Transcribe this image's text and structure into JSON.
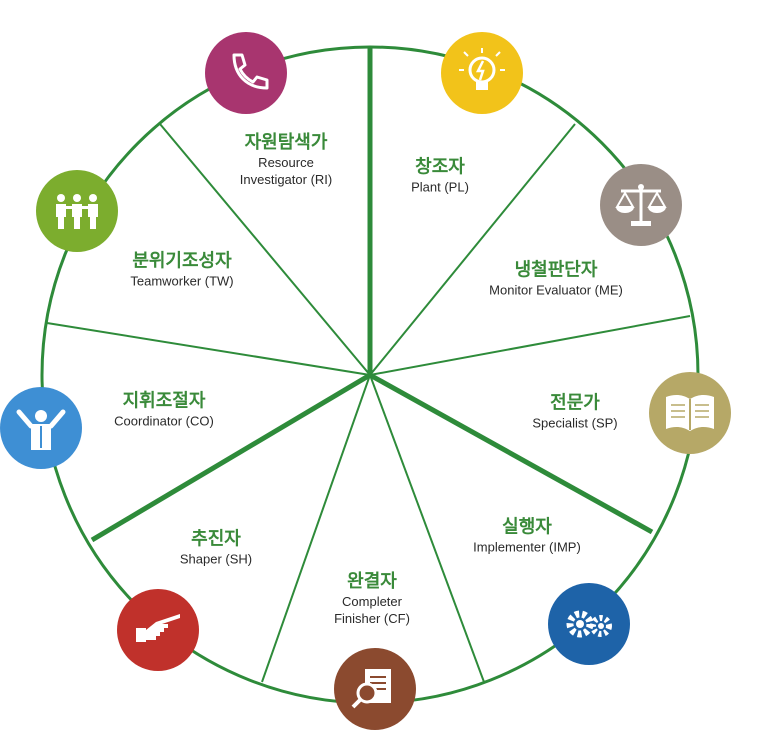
{
  "colors": {
    "line": "#2e8b3a",
    "label": "#3a8a3a"
  },
  "roles": [
    {
      "id": "ri",
      "ko": "자원탐색가",
      "en1": "Resource",
      "en2": "Investigator (RI)",
      "icon": "phone-icon",
      "color": "#a8356f"
    },
    {
      "id": "pl",
      "ko": "창조자",
      "en1": "Plant (PL)",
      "en2": "",
      "icon": "lightbulb-icon",
      "color": "#f2c31a"
    },
    {
      "id": "me",
      "ko": "냉철판단자",
      "en1": "Monitor Evaluator (ME)",
      "en2": "",
      "icon": "scales-icon",
      "color": "#9a8e86"
    },
    {
      "id": "sp",
      "ko": "전문가",
      "en1": "Specialist (SP)",
      "en2": "",
      "icon": "book-icon",
      "color": "#b6a867"
    },
    {
      "id": "imp",
      "ko": "실행자",
      "en1": "Implementer (IMP)",
      "en2": "",
      "icon": "gears-icon",
      "color": "#1e63a8"
    },
    {
      "id": "cf",
      "ko": "완결자",
      "en1": "Completer",
      "en2": "Finisher (CF)",
      "icon": "document-magnifier-icon",
      "color": "#8b4a2f"
    },
    {
      "id": "sh",
      "ko": "추진자",
      "en1": "Shaper (SH)",
      "en2": "",
      "icon": "pointing-hand-icon",
      "color": "#c0312b"
    },
    {
      "id": "co",
      "ko": "지휘조절자",
      "en1": "Coordinator (CO)",
      "en2": "",
      "icon": "conductor-icon",
      "color": "#3e8fd4"
    },
    {
      "id": "tw",
      "ko": "분위기조성자",
      "en1": "Teamworker (TW)",
      "en2": "",
      "icon": "people-icon",
      "color": "#7cad2e"
    }
  ]
}
